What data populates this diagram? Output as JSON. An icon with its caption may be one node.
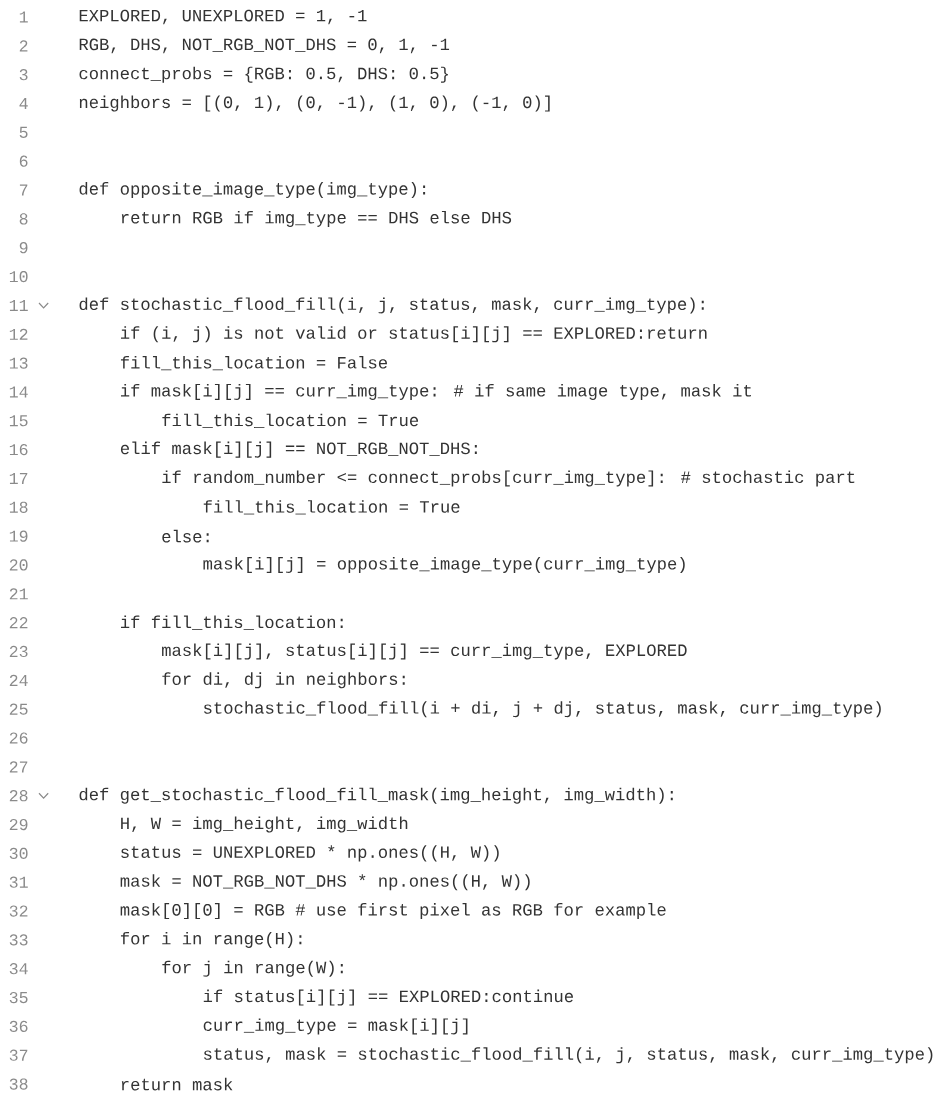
{
  "diagram": {
    "labels": [
      "1",
      "EXPLORED, UNEXPLORED = 1, -1",
      "2",
      "RGB, DHS, NOT_RGB_NOT_DHS = 0, 1, -1",
      "3",
      "connect_probs = {RGB: 0.5, DHS: 0.5}",
      "4",
      "neighbors = [(0, 1), (0, -1), (1, 0), (-1, 0)]",
      "5",
      "6",
      "7",
      "def opposite_image_type(img_type):",
      "8",
      "return RGB if img_type == DHS else DHS",
      "9",
      "10",
      "11",
      "def stochastic_flood_fill(i, j, status, mask, curr_img_type):",
      "12",
      "if (i, j) is not valid or status[i][j] == EXPLORED:return",
      "13",
      "fill_this_location = False",
      "14",
      "if mask[i][j] == curr_img_type: # if same image type, mask it",
      "15",
      "fill_this_location = True",
      "16",
      "elif mask[i][j] == NOT_RGB_NOT_DHS:",
      "17",
      "if random_number <= connect_probs[curr_img_type]: # stochastic part",
      "18",
      "fill_this_location = True",
      "19",
      "else:",
      "20",
      "mask[i][j] = opposite_image_type(curr_img_type)",
      "21",
      "22",
      "if fill_this_location:",
      "23",
      "mask[i][j], status[i][j] == curr_img_type, EXPLORED",
      "24",
      "for di, dj in neighbors:",
      "25",
      "stochastic_flood_fill(i + di, j + dj, status, mask, curr_img_type)",
      "26",
      "27",
      "28",
      "def get_stochastic_flood_fill_mask(img_height, img_width):",
      "29",
      "H, W = img_height, img_width",
      "30",
      "status = UNEXPLORED * np.ones((H, W))",
      "31",
      "mask = NOT_RGB_NOT_DHS * np.ones((H, W))",
      "32",
      "mask[0][0] = RGB # use first pixel as RGB for example",
      "33",
      "for i in range(H):",
      "34",
      "for j in range(W):",
      "35",
      "if status[i][j] == EXPLORED:continue",
      "36",
      "curr_img_type = mask[i][j]",
      "37",
      "status, mask = stochastic_flood_fill(i, j, status, mask, curr_img_type)",
      "38",
      "return mask"
    ]
  }
}
